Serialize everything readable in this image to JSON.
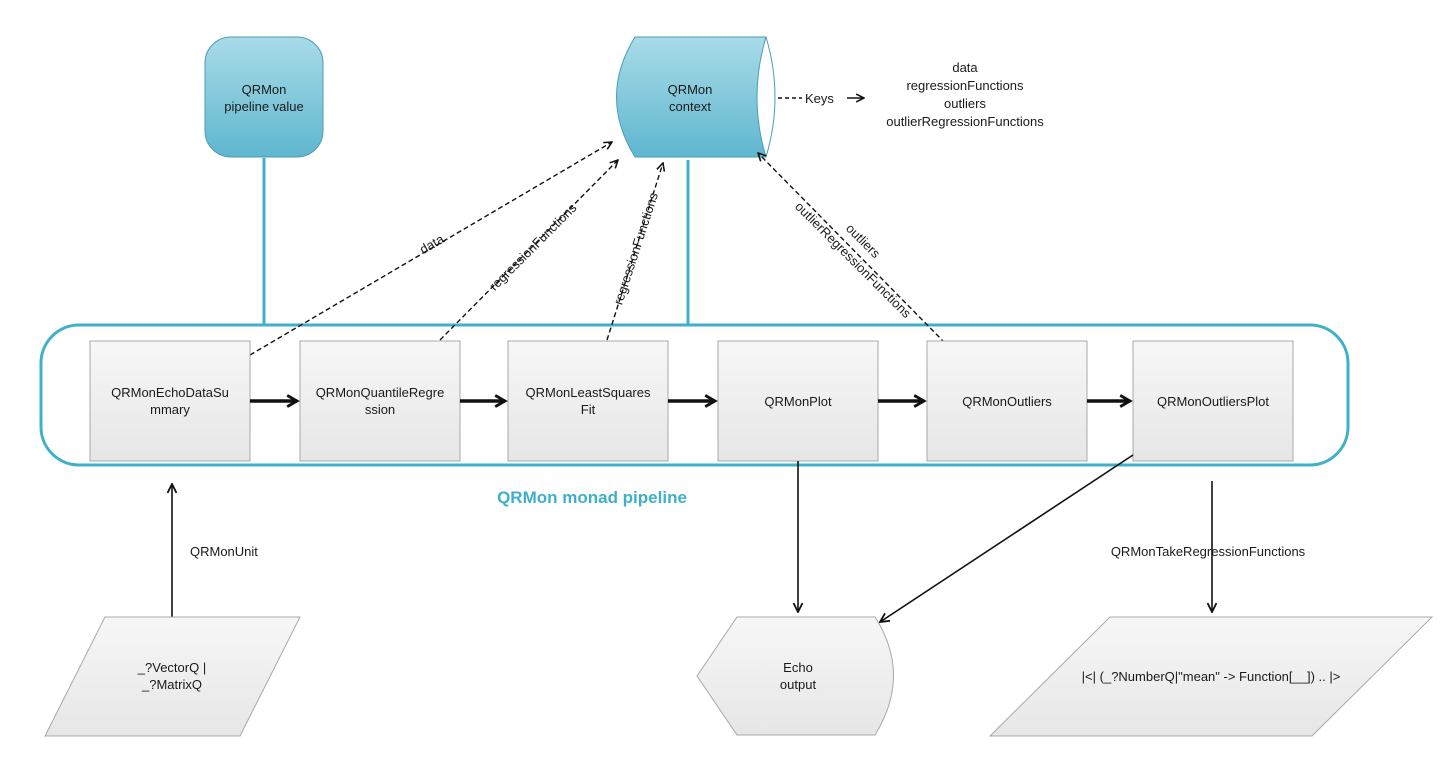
{
  "pipeline_value": {
    "line1": "QRMon",
    "line2": "pipeline value"
  },
  "context": {
    "line1": "QRMon",
    "line2": "context"
  },
  "keys": {
    "label": "Keys",
    "items": [
      "data",
      "regressionFunctions",
      "outliers",
      "outlierRegressionFunctions"
    ]
  },
  "pipeline": {
    "title": "QRMon monad pipeline",
    "steps": [
      {
        "line1": "QRMonEchoDataSu",
        "line2": "mmary"
      },
      {
        "line1": "QRMonQuantileRegre",
        "line2": "ssion"
      },
      {
        "line1": "QRMonLeastSquares",
        "line2": "Fit"
      },
      {
        "line1": "QRMonPlot",
        "line2": ""
      },
      {
        "line1": "QRMonOutliers",
        "line2": ""
      },
      {
        "line1": "QRMonOutliersPlot",
        "line2": ""
      }
    ]
  },
  "edge_labels": {
    "data": "data",
    "regression_functions_1": "regressionFunctions",
    "regression_functions_2": "regressionFunctions",
    "outliers": "outliers",
    "outlier_regression_functions": "outlierRegressionFunctions",
    "unit": "QRMonUnit",
    "take": "QRMonTakeRegressionFunctions"
  },
  "input": {
    "line1": "_?VectorQ |",
    "line2": "_?MatrixQ"
  },
  "echo": {
    "line1": "Echo",
    "line2": "output"
  },
  "result": {
    "text": "|<| (_?NumberQ|\"mean\" -> Function[__]) .. |>"
  },
  "colors": {
    "accent": "#3fb0c9",
    "box_fill": "#f0f0f0",
    "box_stroke": "#a8a8a8"
  }
}
